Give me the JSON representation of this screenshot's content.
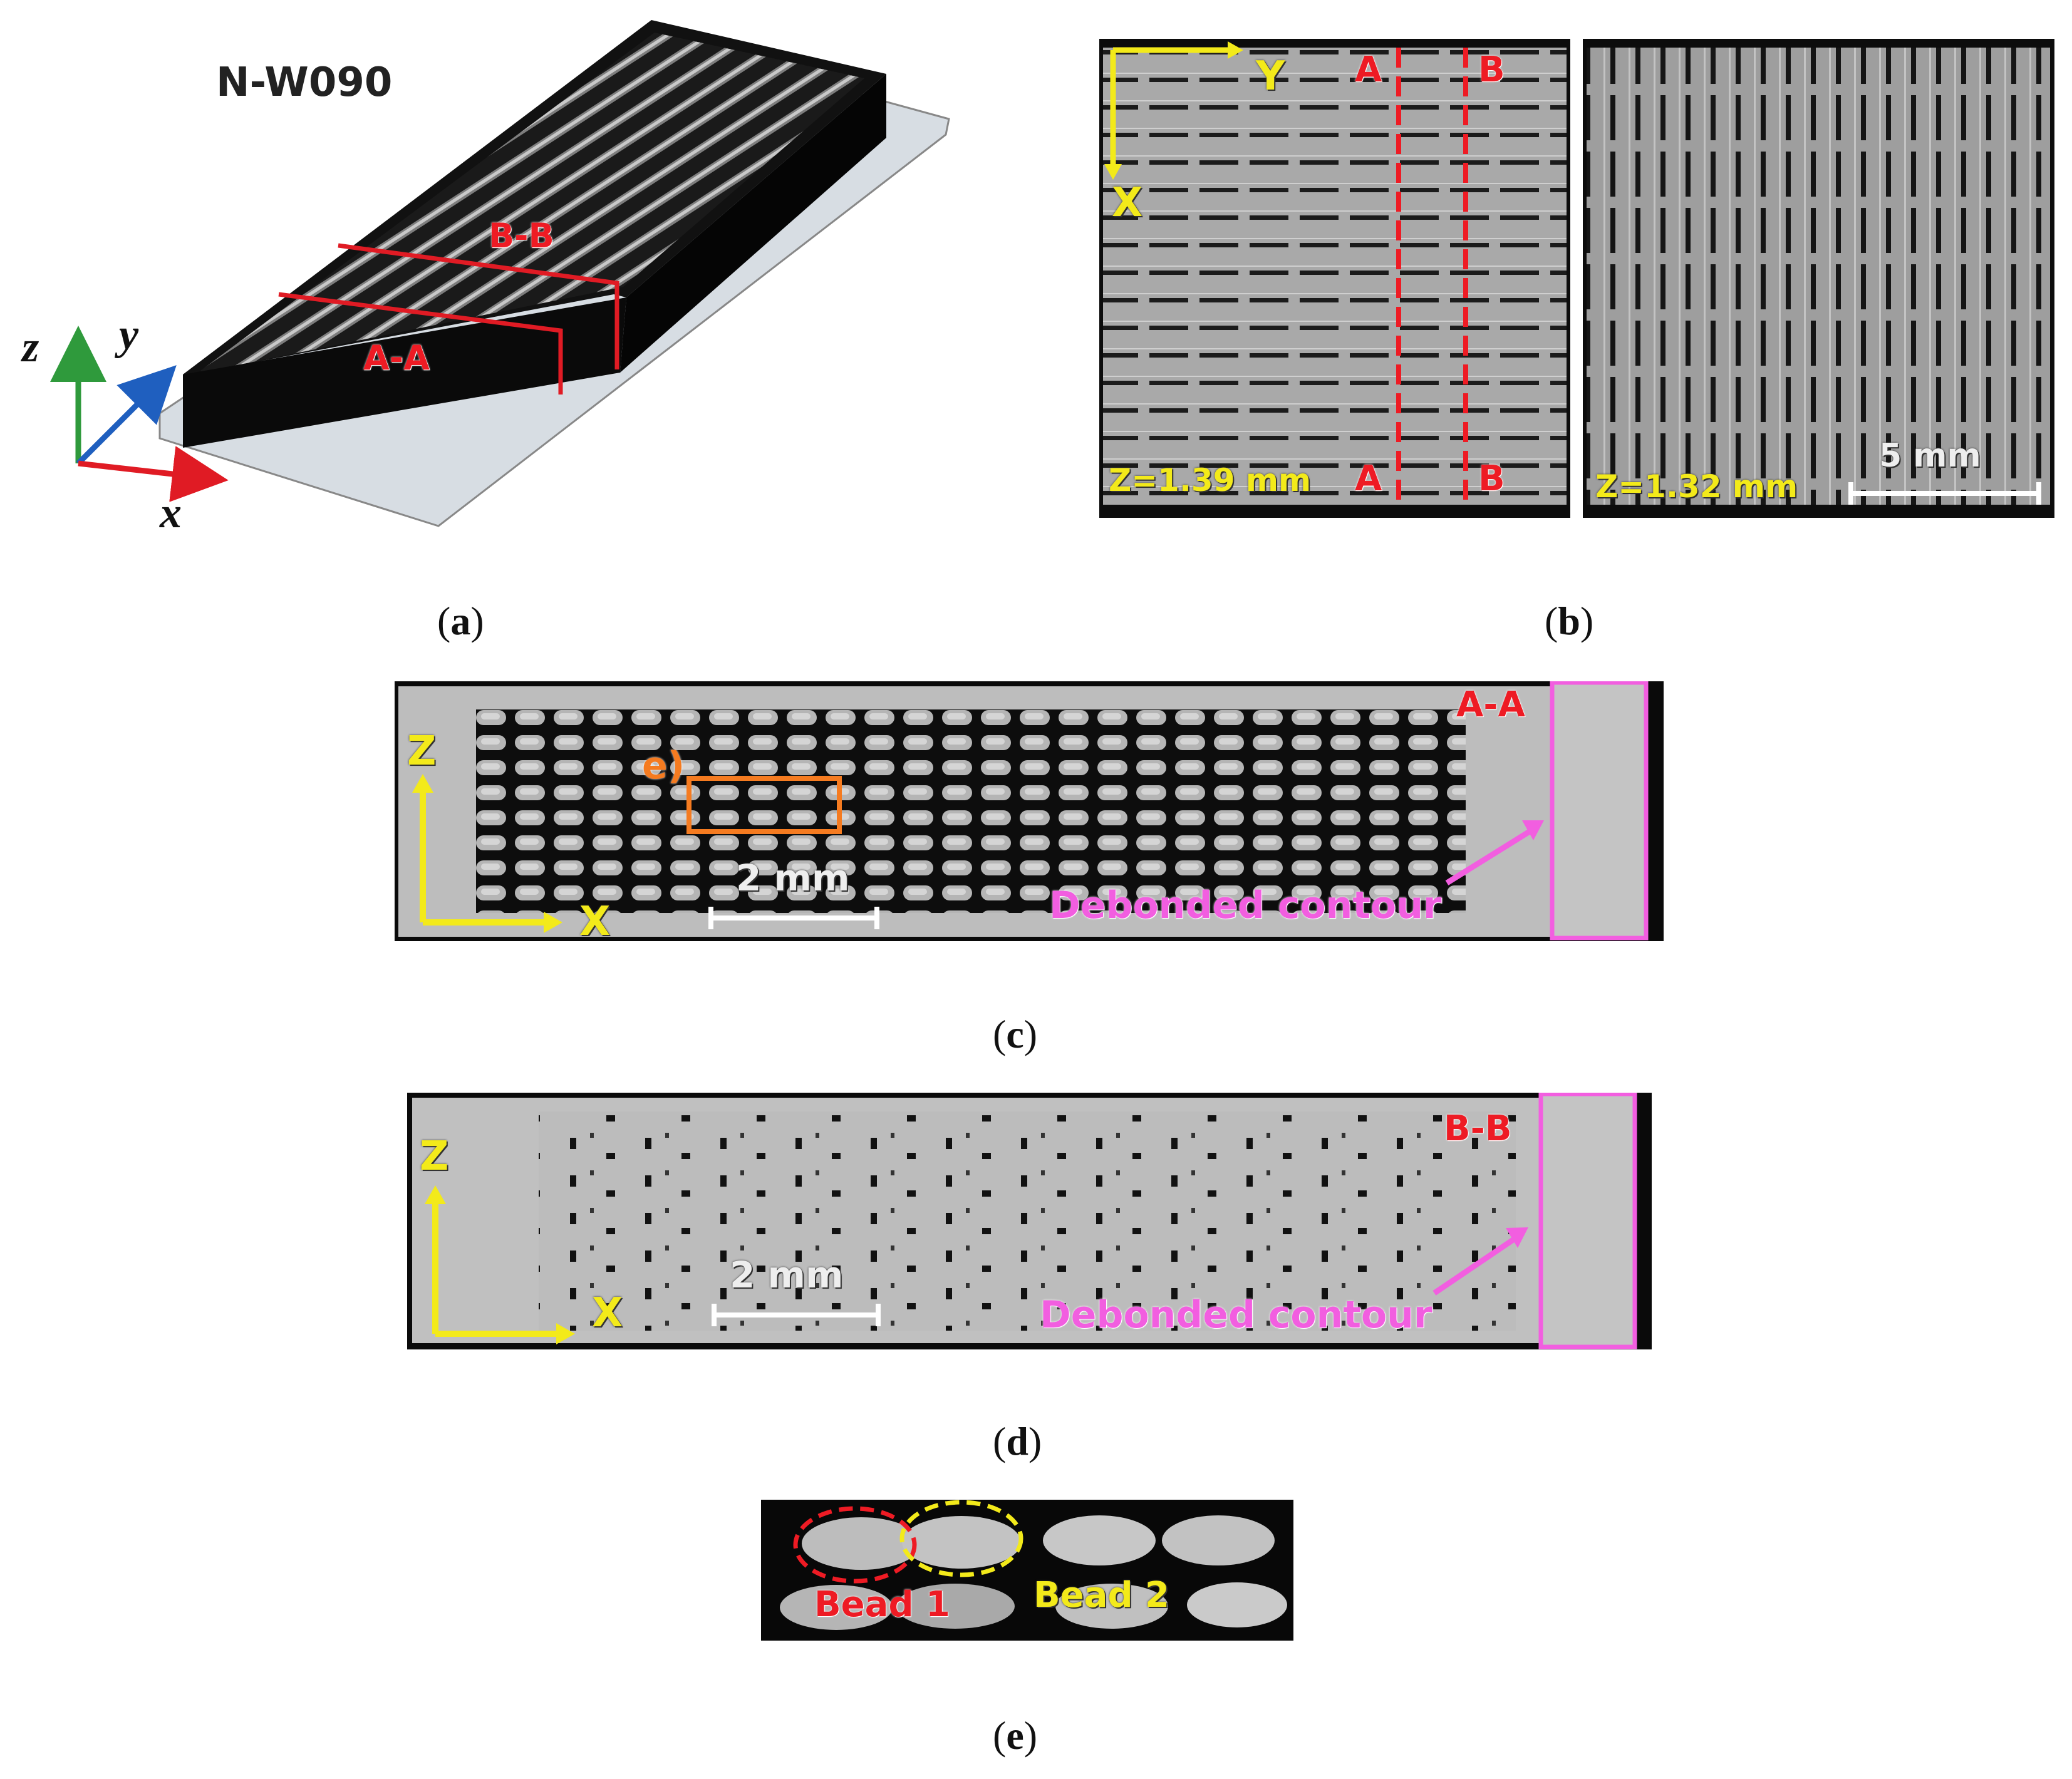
{
  "panel_a": {
    "sample_name": "N-W090",
    "section_b": "B-B",
    "section_a": "A-A",
    "axis_z": "z",
    "axis_y": "y",
    "axis_x": "x",
    "colors": {
      "z_axis": "#2f9a3c",
      "y_axis": "#1f5fbf",
      "x_axis": "#e01b24",
      "section": "#e01b24"
    }
  },
  "panel_b": {
    "axis_y": "Y",
    "axis_x": "X",
    "marker_a": "A",
    "marker_b": "B",
    "z_left": "Z=1.39 mm",
    "z_right": "Z=1.32 mm",
    "scale_bar": "5 mm"
  },
  "panel_c": {
    "section_label": "A-A",
    "inset_ref": "e)",
    "axis_z": "Z",
    "axis_x": "X",
    "scale_bar": "2 mm",
    "annotation": "Debonded contour",
    "colors": {
      "highlight": "#f25ee0",
      "inset_box": "#f57b20"
    }
  },
  "panel_d": {
    "section_label": "B-B",
    "axis_z": "Z",
    "axis_x": "X",
    "scale_bar": "2 mm",
    "annotation": "Debonded contour"
  },
  "panel_e": {
    "bead_1": "Bead 1",
    "bead_2": "Bead 2",
    "colors": {
      "bead_1": "#ee1b24",
      "bead_2": "#f3ea1a"
    }
  },
  "captions": {
    "a": "a",
    "b": "b",
    "c": "c",
    "d": "d",
    "e": "e"
  }
}
